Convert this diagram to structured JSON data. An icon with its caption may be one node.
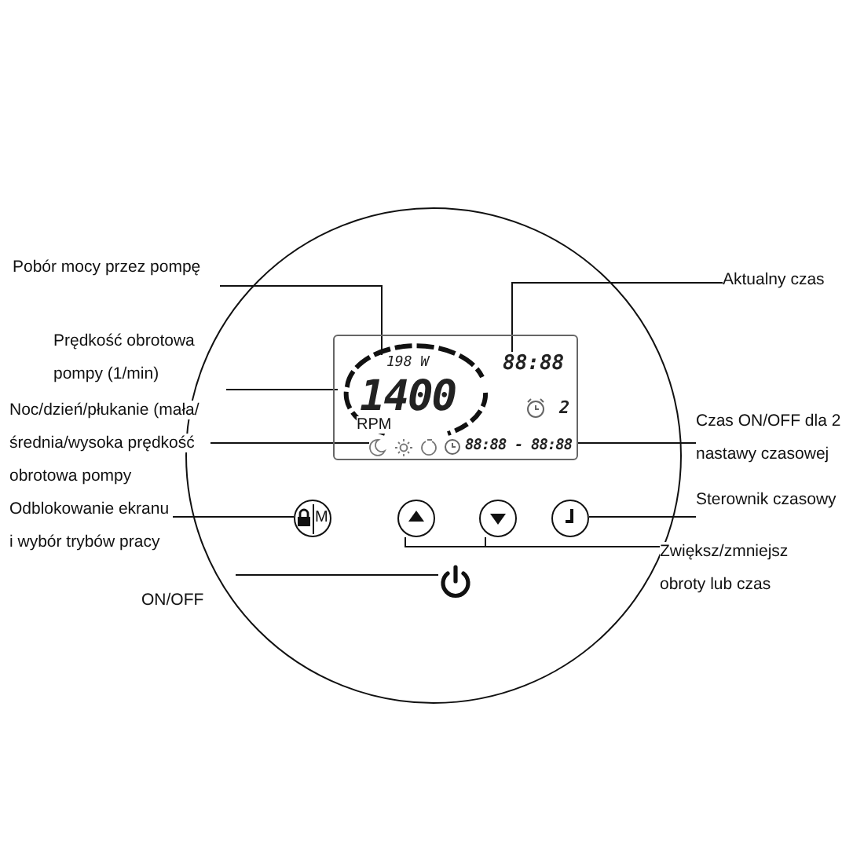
{
  "diagram": {
    "nodes": [
      {
        "text": [
          "Pobór mocy przez pompę"
        ]
      },
      {
        "text": [
          "Prędkość obrotowa pompy (1/min)"
        ]
      },
      {
        "text": [
          "Noc/dzień/płukanie (mała/średnia/wysoka prędkość obrotowa pompy"
        ]
      },
      {
        "text": [
          "Odblokowanie ekranu i wybór trybów pracy"
        ]
      },
      {
        "text": [
          "ON/OFF"
        ]
      },
      {
        "text": [
          "Aktualny czas"
        ]
      },
      {
        "text": [
          "Czas ON/OFF dla 2 nastawy czasowej"
        ]
      },
      {
        "text": [
          "Sterownik czasowy"
        ]
      },
      {
        "text": [
          "Zwiększ/zmniejsz obroty lub czas"
        ]
      },
      {
        "text": [],
        "shape": "circle"
      },
      {
        "text": [],
        "shape": "box",
        "in": 9
      },
      {
        "text": [
          "1400",
          "RPM"
        ],
        "in": 10
      },
      {
        "text": [
          "198 W"
        ],
        "in": 11
      },
      {
        "text": [
          "88:88"
        ],
        "in": 10
      },
      {
        "text": [
          "2"
        ],
        "in": 10
      },
      {
        "text": [
          "88:88 - 88:88"
        ],
        "in": 10
      },
      {
        "text": [],
        "shape": "icon",
        "in": 10
      },
      {
        "text": [
          "M"
        ],
        "in": 9
      },
      {
        "text": [],
        "shape": "circle",
        "in": 9
      },
      {
        "text": [],
        "shape": "circle",
        "in": 9
      },
      {
        "text": [],
        "shape": "circle",
        "in": 9
      },
      {
        "text": [],
        "shape": "icon",
        "in": 9
      }
    ],
    "edges": [
      {
        "from": 0,
        "to": 12,
        "arrow": "none"
      },
      {
        "from": 1,
        "to": 11,
        "arrow": "none"
      },
      {
        "from": 2,
        "to": 16,
        "arrow": "none"
      },
      {
        "from": 3,
        "to": 17,
        "arrow": "none"
      },
      {
        "from": 4,
        "to": 21,
        "arrow": "none"
      },
      {
        "from": 5,
        "to": 13,
        "arrow": "none"
      },
      {
        "from": 6,
        "to": 15,
        "arrow": "none"
      },
      {
        "from": 7,
        "to": 20,
        "arrow": "none"
      },
      {
        "from": 8,
        "to": 18,
        "arrow": "none"
      },
      {
        "from": 8,
        "to": 19,
        "arrow": "none"
      }
    ]
  }
}
